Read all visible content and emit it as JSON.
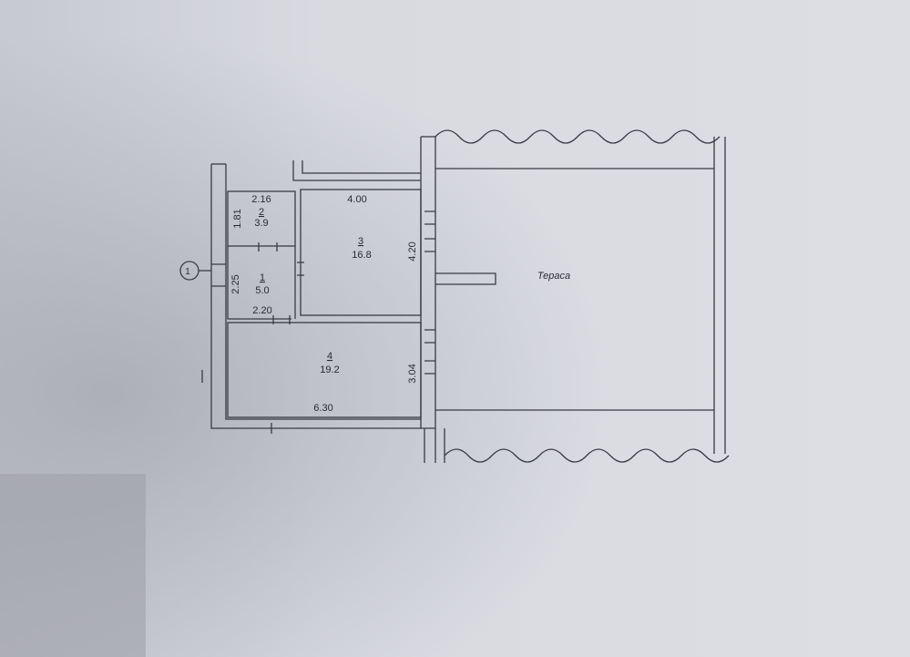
{
  "colors": {
    "paper": "#d9dbe1",
    "shadow": "#b6b8c0",
    "ink": "#3a3b42",
    "wall": "#e6e7eb"
  },
  "terrace": {
    "label": "Тераса"
  },
  "entrance": {
    "label": "1"
  },
  "rooms": [
    {
      "number": "1",
      "area": "5.0",
      "width": "2.20",
      "height": "2.25"
    },
    {
      "number": "2",
      "area": "3.9",
      "width": "2.16",
      "height": "1.81"
    },
    {
      "number": "3",
      "area": "16.8",
      "width": "4.00",
      "height": "4.20"
    },
    {
      "number": "4",
      "area": "19.2",
      "width": "6.30",
      "height": "3.04"
    }
  ]
}
